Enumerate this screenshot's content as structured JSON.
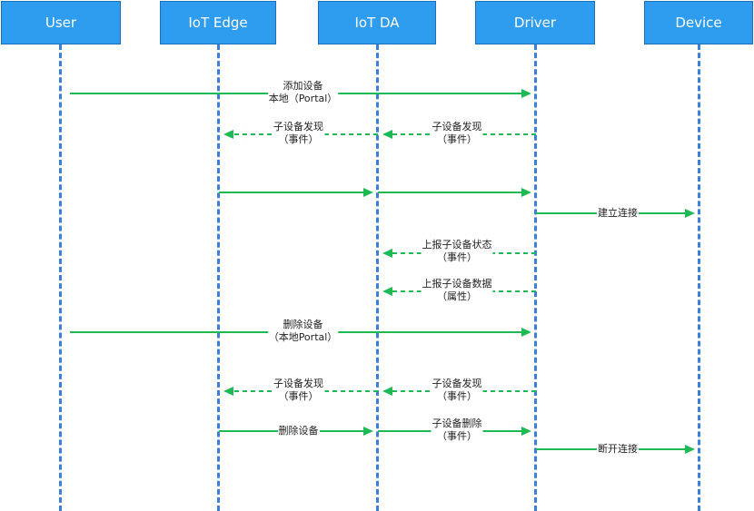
{
  "actors": [
    {
      "key": "user",
      "label": "User"
    },
    {
      "key": "edge",
      "label": "IoT Edge"
    },
    {
      "key": "da",
      "label": "IoT DA"
    },
    {
      "key": "driver",
      "label": "Driver"
    },
    {
      "key": "device",
      "label": "Device"
    }
  ],
  "colors": {
    "arrow": "#1db954",
    "actor_fill": "#2e9cef",
    "lifeline": "#3a7fd8"
  },
  "messages": [
    {
      "from": "user",
      "to": "driver",
      "style": "solid",
      "label": [
        "添加设备",
        "本地（Portal）"
      ]
    },
    {
      "from": "driver",
      "to": "da",
      "style": "dashed",
      "label": [
        "子设备发现",
        "（事件）"
      ]
    },
    {
      "from": "da",
      "to": "edge",
      "style": "dashed",
      "label": [
        "子设备发现",
        "（事件）"
      ]
    },
    {
      "from": "edge",
      "to": "da",
      "style": "solid",
      "label": []
    },
    {
      "from": "da",
      "to": "driver",
      "style": "solid",
      "label": []
    },
    {
      "from": "driver",
      "to": "device",
      "style": "solid",
      "label": [
        "建立连接"
      ]
    },
    {
      "from": "driver",
      "to": "da",
      "style": "dashed",
      "label": [
        "上报子设备状态",
        "（事件）"
      ]
    },
    {
      "from": "driver",
      "to": "da",
      "style": "dashed",
      "label": [
        "上报子设备数据",
        "（属性）"
      ]
    },
    {
      "from": "user",
      "to": "driver",
      "style": "solid",
      "label": [
        "删除设备",
        "（本地Portal）"
      ]
    },
    {
      "from": "driver",
      "to": "da",
      "style": "dashed",
      "label": [
        "子设备发现",
        "（事件）"
      ]
    },
    {
      "from": "da",
      "to": "edge",
      "style": "dashed",
      "label": [
        "子设备发现",
        "（事件）"
      ]
    },
    {
      "from": "edge",
      "to": "da",
      "style": "solid",
      "label": [
        "删除设备"
      ]
    },
    {
      "from": "da",
      "to": "driver",
      "style": "solid",
      "label": [
        "子设备删除",
        "（事件）"
      ]
    },
    {
      "from": "driver",
      "to": "device",
      "style": "solid",
      "label": [
        "断开连接"
      ]
    }
  ]
}
